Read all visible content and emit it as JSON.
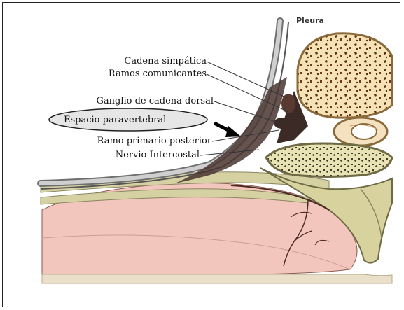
{
  "diagram": {
    "labels": {
      "pleura": "Pleura",
      "cadena_simpatica": "Cadena simpática",
      "ramos_comunicantes": "Ramos comunicantes",
      "ganglio": "Ganglio de cadena dorsal",
      "espacio_paravertebral": "Espacio paravertebral",
      "ramo_primario": "Ramo primario posterior",
      "nervio_intercostal": "Nervio Intercostal"
    },
    "colors": {
      "muscle": "#f2c6bd",
      "bone_cortex": "#f5e3b6",
      "bone_marrow": "#c46a3f",
      "pleura": "#b5b5b5",
      "dark_tissue": "#4a3530",
      "fascia": "#d6d1a3",
      "ellipse_fill": "#e6e6e6"
    }
  }
}
